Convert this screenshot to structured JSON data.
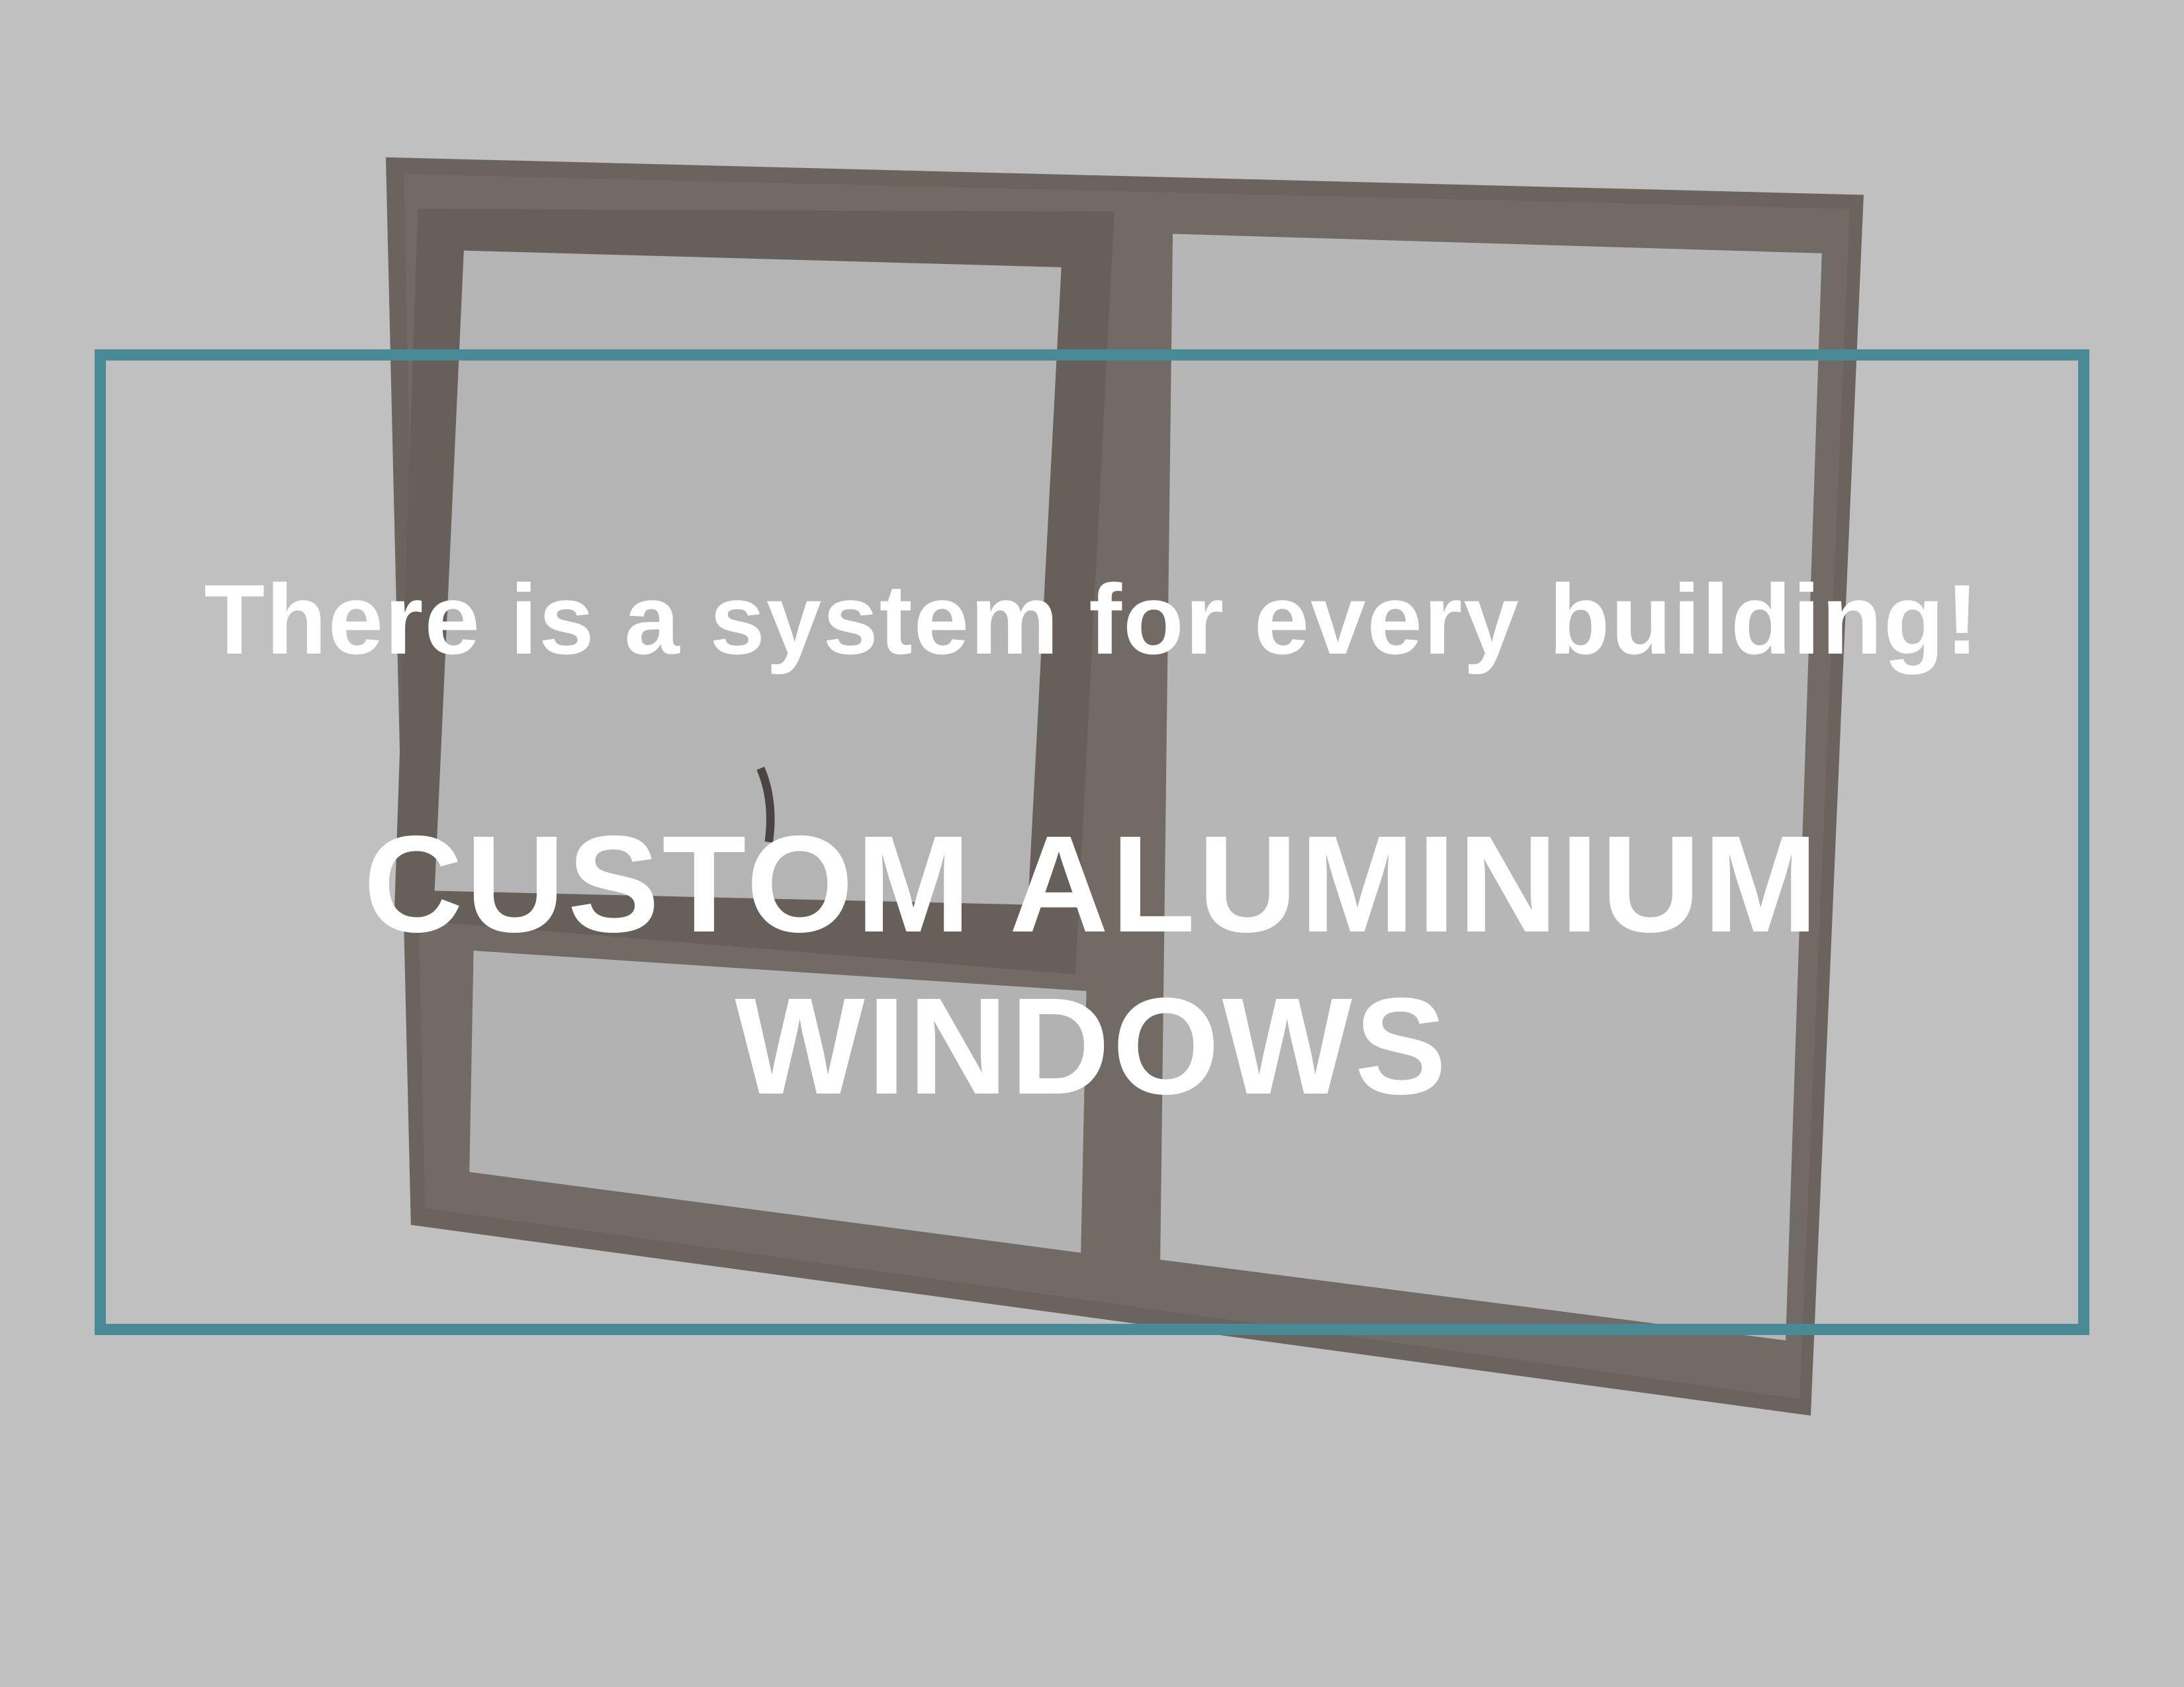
{
  "colors": {
    "background": "#c0c0c0",
    "accent": "#4a8a96",
    "window_frame": "#6b635d",
    "glass": "#b4b4b4",
    "text": "#ffffff"
  },
  "image": {
    "subject": "window-photo"
  },
  "tagline": "There is a system for every building!",
  "headline": {
    "line1": "CUSTOM ALUMINIUM",
    "line2": "WINDOWS"
  }
}
